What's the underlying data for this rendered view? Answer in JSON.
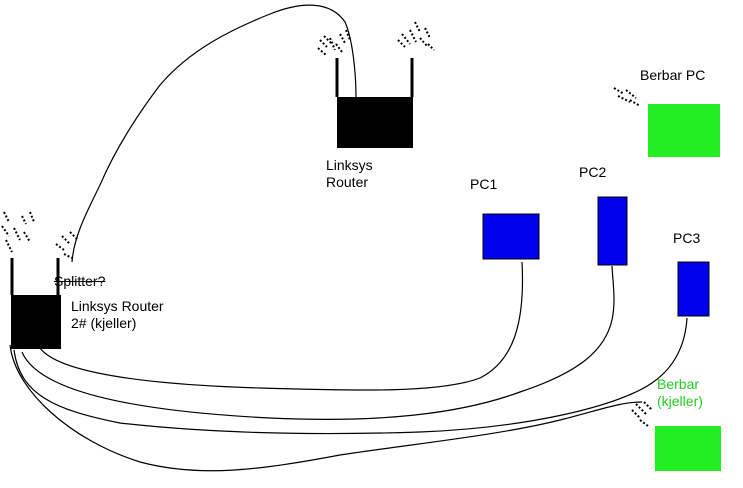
{
  "labels": {
    "linksys_router_line1": "Linksys",
    "linksys_router_line2": "Router",
    "berbar_pc": "Berbar PC",
    "pc1": "PC1",
    "pc2": "PC2",
    "pc3": "PC3",
    "splitter": "Splitter?",
    "router2_line1": "Linksys Router",
    "router2_line2": "2# (kjeller)",
    "berbar_kjeller_line1": "Berbar",
    "berbar_kjeller_line2": "(kjeller)"
  },
  "colors": {
    "router": "#000000",
    "pc": "#0000ee",
    "laptop": "#22ee22",
    "label_green": "#22cc22",
    "cable": "#000000"
  },
  "icons": {
    "antenna_signal": "signal-scribble-icon"
  }
}
